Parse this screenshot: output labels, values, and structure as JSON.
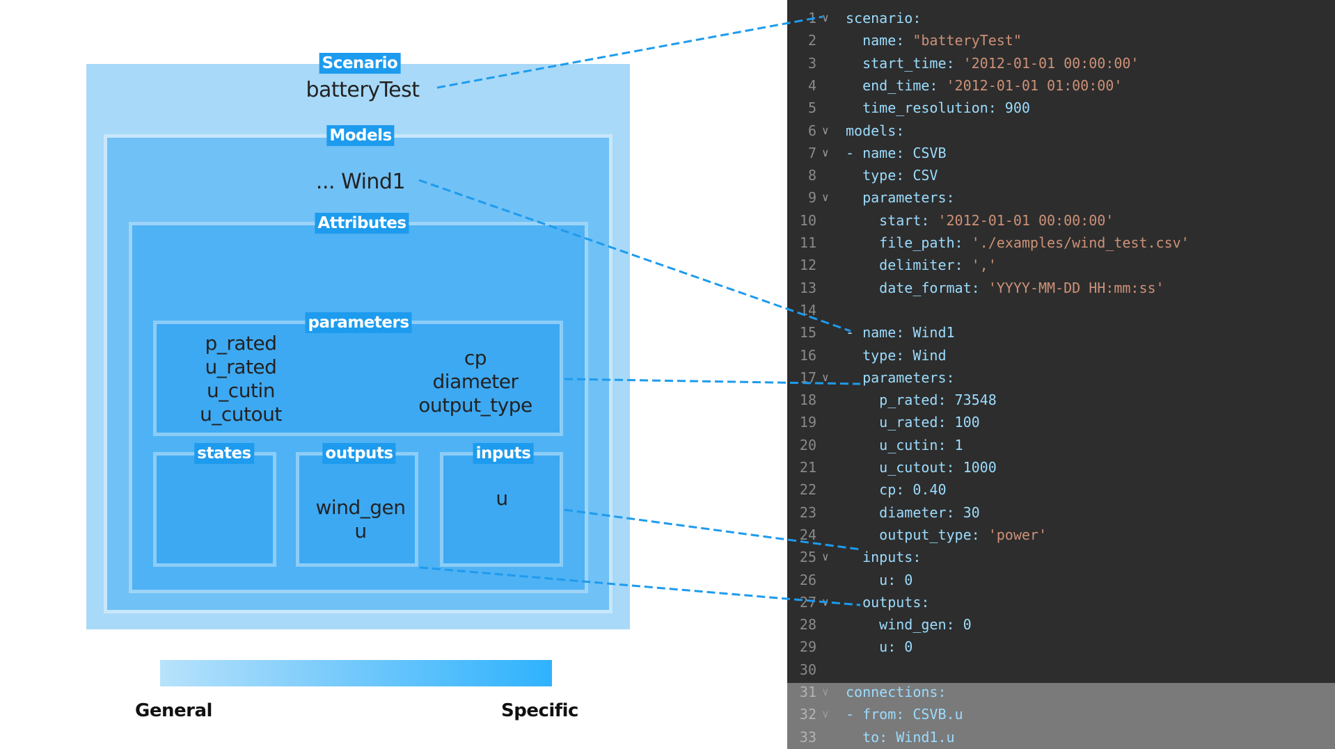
{
  "diagram": {
    "scenario": {
      "tag": "Scenario",
      "name": "batteryTest"
    },
    "models": {
      "tag": "Models",
      "name": "... Wind1"
    },
    "attributes": {
      "tag": "Attributes"
    },
    "parameters": {
      "tag": "parameters",
      "left_items": [
        "p_rated",
        "u_rated",
        "u_cutin",
        "u_cutout"
      ],
      "right_items": [
        "cp",
        "diameter",
        "output_type"
      ]
    },
    "states": {
      "tag": "states",
      "items": []
    },
    "outputs": {
      "tag": "outputs",
      "items": [
        "wind_gen",
        "u"
      ]
    },
    "inputs": {
      "tag": "inputs",
      "items": [
        "u"
      ]
    },
    "legend": {
      "left": "General",
      "right": "Specific"
    },
    "colors": {
      "tag_bg": "#1d9bee",
      "scenario_fill": "#a8d9f8",
      "models_fill": "#70c1f6",
      "attributes_fill": "#4fb2f4",
      "inner_fill": "#3da9f3",
      "connector": "#1d9bee",
      "gradient_start": "#b7e2fb",
      "gradient_end": "#2fb2fd"
    }
  },
  "editor": {
    "lines": [
      {
        "n": "1",
        "fold": true,
        "text": "scenario:"
      },
      {
        "n": "2",
        "fold": false,
        "key": "  name: ",
        "str": "\"batteryTest\""
      },
      {
        "n": "3",
        "fold": false,
        "key": "  start_time: ",
        "str": "'2012-01-01 00:00:00'"
      },
      {
        "n": "4",
        "fold": false,
        "key": "  end_time: ",
        "str": "'2012-01-01 01:00:00'"
      },
      {
        "n": "5",
        "fold": false,
        "text": "  time_resolution: 900"
      },
      {
        "n": "6",
        "fold": true,
        "text": "models:"
      },
      {
        "n": "7",
        "fold": true,
        "text": "- name: CSVB"
      },
      {
        "n": "8",
        "fold": false,
        "text": "  type: CSV"
      },
      {
        "n": "9",
        "fold": true,
        "text": "  parameters:"
      },
      {
        "n": "10",
        "fold": false,
        "key": "    start: ",
        "str": "'2012-01-01 00:00:00'"
      },
      {
        "n": "11",
        "fold": false,
        "key": "    file_path: ",
        "str": "'./examples/wind_test.csv'"
      },
      {
        "n": "12",
        "fold": false,
        "key": "    delimiter: ",
        "str": "','"
      },
      {
        "n": "13",
        "fold": false,
        "key": "    date_format: ",
        "str": "'YYYY-MM-DD HH:mm:ss'"
      },
      {
        "n": "14",
        "fold": false,
        "text": ""
      },
      {
        "n": "15",
        "fold": false,
        "text": "- name: Wind1"
      },
      {
        "n": "16",
        "fold": false,
        "text": "  type: Wind"
      },
      {
        "n": "17",
        "fold": true,
        "text": "  parameters:"
      },
      {
        "n": "18",
        "fold": false,
        "text": "    p_rated: 73548"
      },
      {
        "n": "19",
        "fold": false,
        "text": "    u_rated: 100"
      },
      {
        "n": "20",
        "fold": false,
        "text": "    u_cutin: 1"
      },
      {
        "n": "21",
        "fold": false,
        "text": "    u_cutout: 1000"
      },
      {
        "n": "22",
        "fold": false,
        "text": "    cp: 0.40"
      },
      {
        "n": "23",
        "fold": false,
        "text": "    diameter: 30"
      },
      {
        "n": "24",
        "fold": false,
        "key": "    output_type: ",
        "str": "'power'"
      },
      {
        "n": "25",
        "fold": true,
        "text": "  inputs:"
      },
      {
        "n": "26",
        "fold": false,
        "text": "    u: 0"
      },
      {
        "n": "27",
        "fold": true,
        "text": "  outputs:"
      },
      {
        "n": "28",
        "fold": false,
        "text": "    wind_gen: 0"
      },
      {
        "n": "29",
        "fold": false,
        "text": "    u: 0"
      },
      {
        "n": "30",
        "fold": false,
        "text": ""
      },
      {
        "n": "31",
        "fold": true,
        "text": "connections:"
      },
      {
        "n": "32",
        "fold": true,
        "text": "- from: CSVB.u"
      },
      {
        "n": "33",
        "fold": false,
        "text": "  to: Wind1.u"
      }
    ],
    "highlighted_from_line": 31,
    "fold_glyph": "∨",
    "colors": {
      "background": "#2d2d2d",
      "highlight": "#7a7a7a",
      "key": "#9cdcfe",
      "string": "#ce9178",
      "line_number": "#8a8a8a"
    }
  }
}
